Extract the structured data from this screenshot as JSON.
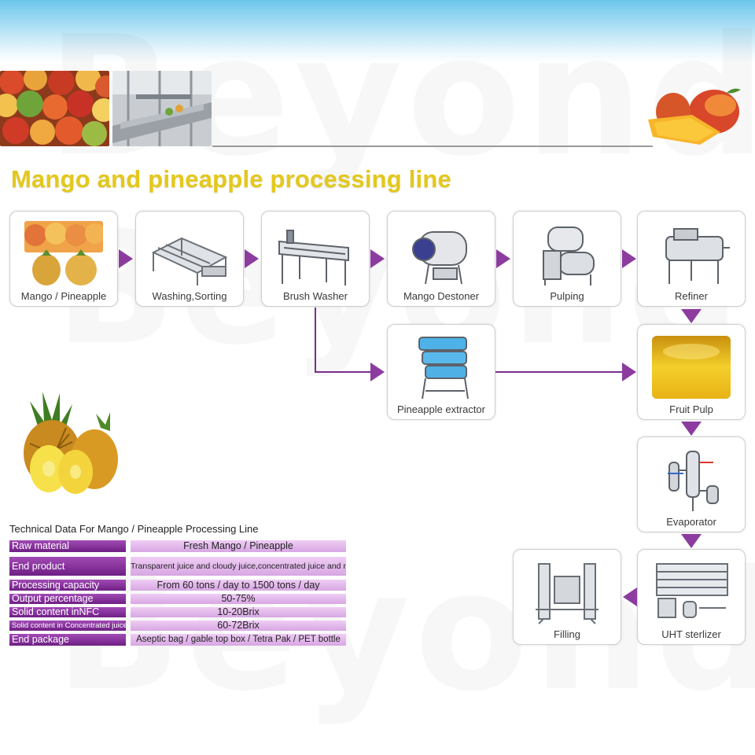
{
  "watermark": "Beyond",
  "title": "Mango and pineapple processing line",
  "steps": {
    "mango_pineapple": "Mango / Pineapple",
    "washing_sorting": "Washing,Sorting",
    "brush_washer": "Brush Washer",
    "mango_destoner": "Mango Destoner",
    "pulping": "Pulping",
    "refiner": "Refiner",
    "pineapple_extractor": "Pineapple extractor",
    "fruit_pulp": "Fruit  Pulp",
    "evaporator": "Evaporator",
    "uht_sterilizer": "UHT sterlizer",
    "filling": "Filling"
  },
  "tech": {
    "title": "Technical Data For Mango / Pineapple Processing Line",
    "rows": [
      {
        "key": "Raw material",
        "value": "Fresh Mango / Pineapple"
      },
      {
        "key": "End product",
        "value": "Transparent juice and cloudy juice,concentrated juice and nfc"
      },
      {
        "key": "Processing capacity",
        "value": "From 60 tons / day to 1500 tons / day"
      },
      {
        "key": "Output percentage",
        "value": "50-75%"
      },
      {
        "key": "Solid content inNFC",
        "value": "10-20Brix"
      },
      {
        "key": "Solid content in Concentrated juice",
        "value": "60-72Brix"
      },
      {
        "key": "End package",
        "value": "Aseptic bag / gable top box / Tetra Pak / PET bottle"
      }
    ]
  },
  "colors": {
    "title": "#e4c81c",
    "arrow": "#8c3c9f",
    "table_key": "#7b2d8e",
    "table_value": "#e2b8ea"
  }
}
